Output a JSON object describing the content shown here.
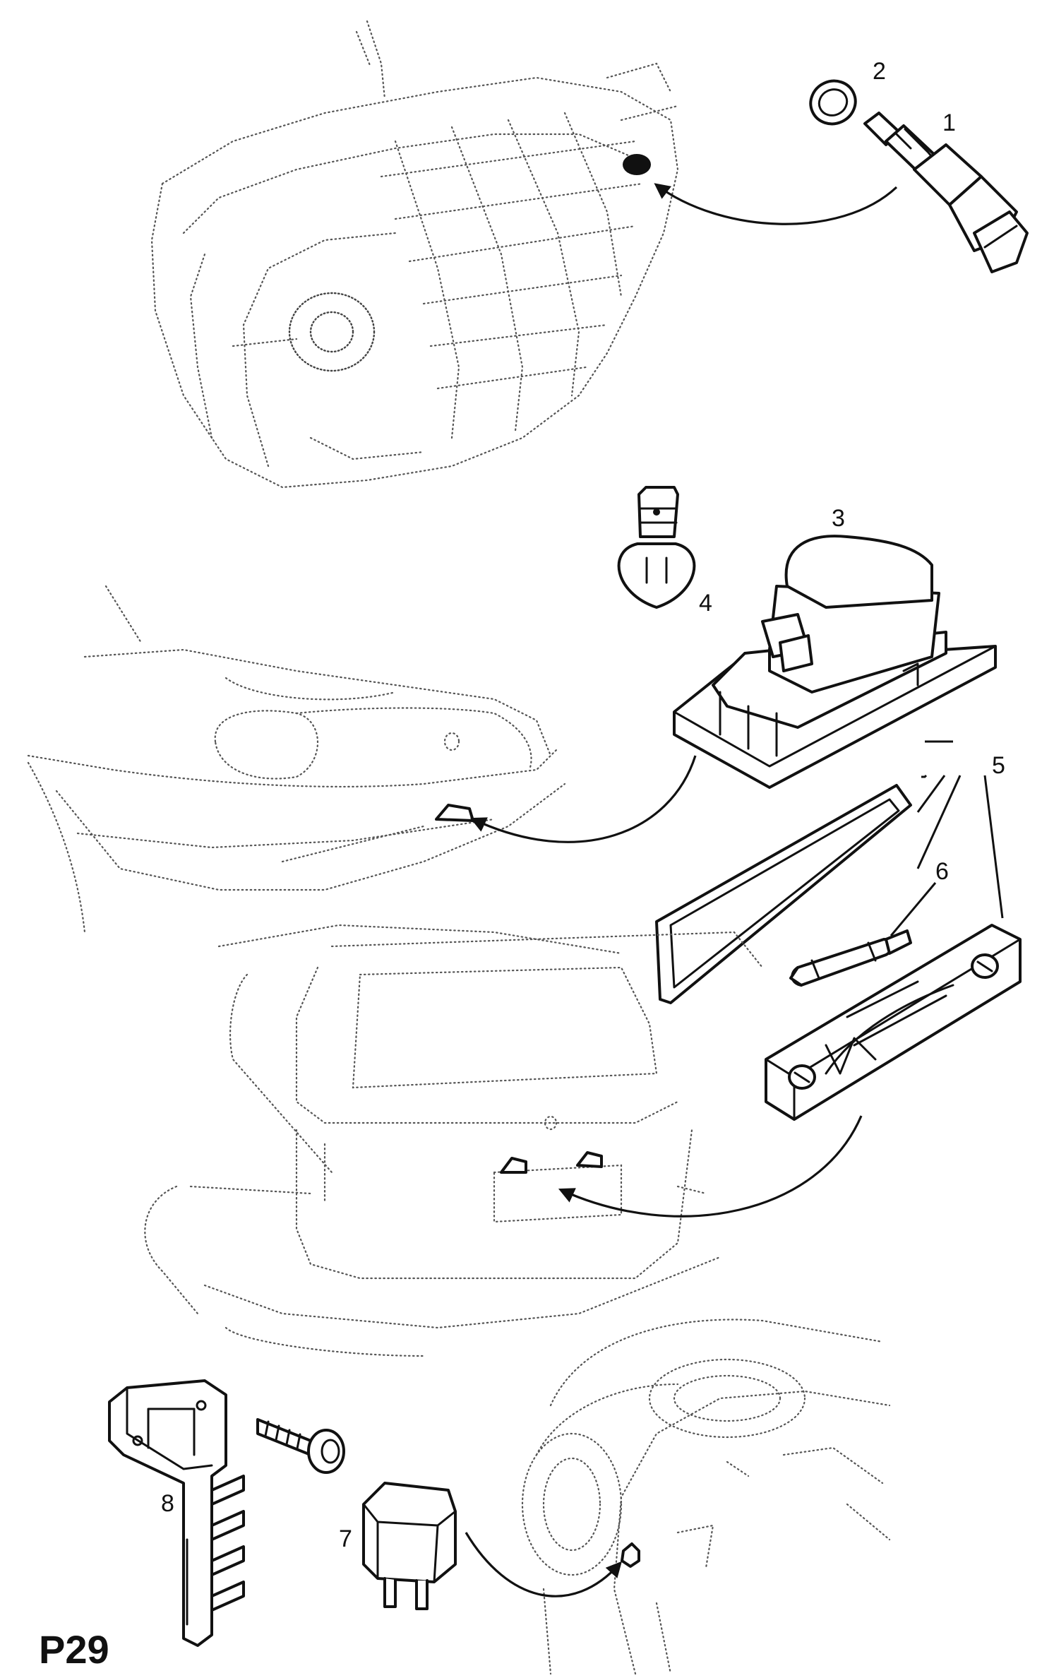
{
  "page_code": "P29",
  "callouts": [
    {
      "id": "1",
      "text": "1"
    },
    {
      "id": "2",
      "text": "2"
    },
    {
      "id": "3",
      "text": "3"
    },
    {
      "id": "4",
      "text": "4"
    },
    {
      "id": "5",
      "text": "5"
    },
    {
      "id": "6",
      "text": "6"
    },
    {
      "id": "7",
      "text": "7"
    },
    {
      "id": "8",
      "text": "8"
    }
  ],
  "colors": {
    "line": "#111111",
    "background": "#ffffff",
    "ghost": "#555555"
  }
}
